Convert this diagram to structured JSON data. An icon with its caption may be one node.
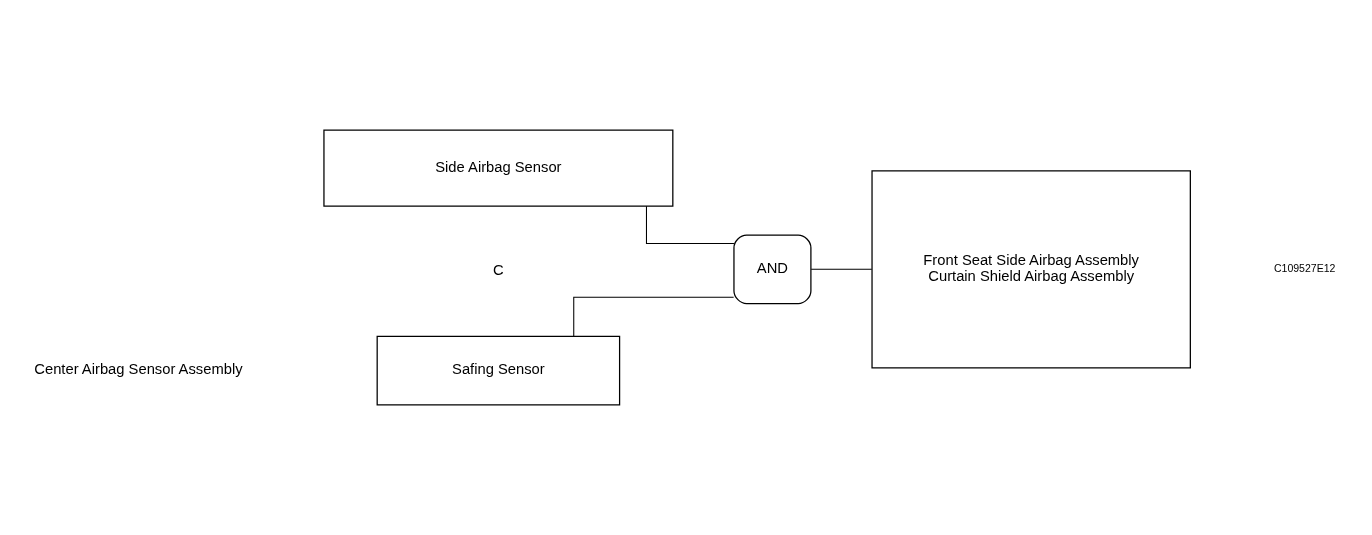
{
  "diagram": {
    "nodes": [
      {
        "text": [
          "Safing Sensor"
        ]
      },
      {
        "text": [
          "Side Airbag Sensor"
        ]
      },
      {
        "text": [
          "AND"
        ]
      },
      {
        "text": [
          "Front Seat Side Airbag Assembly",
          "Curtain Shield Airbag Assembly"
        ]
      }
    ],
    "edges": [
      {
        "from": 0,
        "to": 2,
        "arrow": "none"
      },
      {
        "from": 1,
        "to": 2,
        "arrow": "none"
      },
      {
        "from": 2,
        "to": 3,
        "arrow": "none"
      }
    ],
    "labels": [
      "Center Airbag Sensor Assembly",
      "C",
      "C109527E12"
    ]
  }
}
